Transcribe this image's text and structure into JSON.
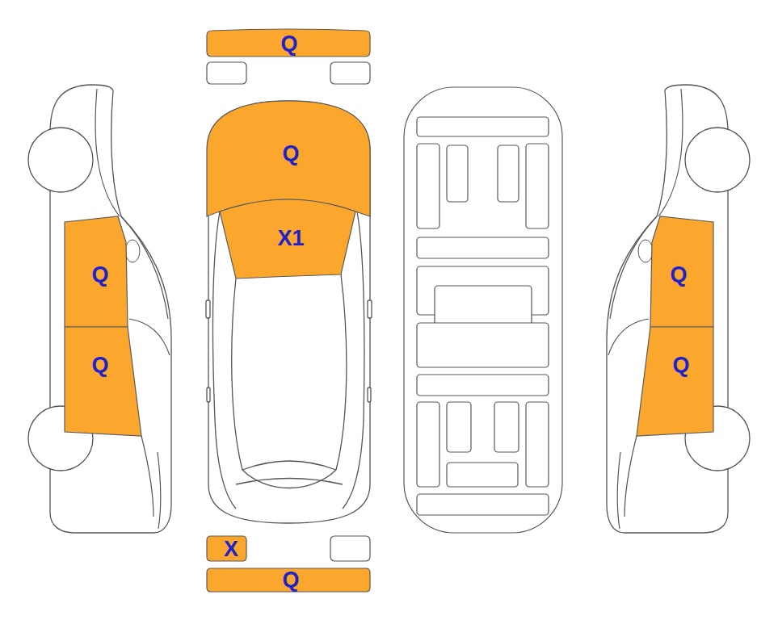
{
  "diagram": {
    "nodes": [
      {
        "text": [
          "Q"
        ]
      },
      {
        "text": [
          "Q"
        ]
      },
      {
        "text": [
          "X1"
        ]
      },
      {
        "text": [
          "Q"
        ]
      },
      {
        "text": [
          "Q"
        ]
      },
      {
        "text": [
          "Q"
        ]
      },
      {
        "text": [
          "Q"
        ]
      },
      {
        "text": [
          "X"
        ]
      },
      {
        "text": [
          "Q"
        ]
      }
    ]
  }
}
